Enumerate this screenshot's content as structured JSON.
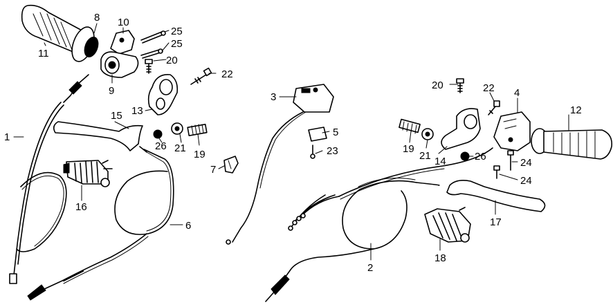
{
  "callouts": [
    {
      "id": "c1",
      "text": "1"
    },
    {
      "id": "c2",
      "text": "2"
    },
    {
      "id": "c3",
      "text": "3"
    },
    {
      "id": "c4",
      "text": "4"
    },
    {
      "id": "c5",
      "text": "5"
    },
    {
      "id": "c6",
      "text": "6"
    },
    {
      "id": "c7",
      "text": "7"
    },
    {
      "id": "c8",
      "text": "8"
    },
    {
      "id": "c9",
      "text": "9"
    },
    {
      "id": "c10",
      "text": "10"
    },
    {
      "id": "c11",
      "text": "11"
    },
    {
      "id": "c12",
      "text": "12"
    },
    {
      "id": "c13",
      "text": "13"
    },
    {
      "id": "c14",
      "text": "14"
    },
    {
      "id": "c15",
      "text": "15"
    },
    {
      "id": "c16",
      "text": "16"
    },
    {
      "id": "c17",
      "text": "17"
    },
    {
      "id": "c18",
      "text": "18"
    },
    {
      "id": "c19a",
      "text": "19"
    },
    {
      "id": "c19b",
      "text": "19"
    },
    {
      "id": "c20a",
      "text": "20"
    },
    {
      "id": "c20b",
      "text": "20"
    },
    {
      "id": "c21a",
      "text": "21"
    },
    {
      "id": "c21b",
      "text": "21"
    },
    {
      "id": "c22a",
      "text": "22"
    },
    {
      "id": "c22b",
      "text": "22"
    },
    {
      "id": "c23",
      "text": "23"
    },
    {
      "id": "c24a",
      "text": "24"
    },
    {
      "id": "c24b",
      "text": "24"
    },
    {
      "id": "c25a",
      "text": "25"
    },
    {
      "id": "c25b",
      "text": "25"
    },
    {
      "id": "c26a",
      "text": "26"
    },
    {
      "id": "c26b",
      "text": "26"
    }
  ]
}
